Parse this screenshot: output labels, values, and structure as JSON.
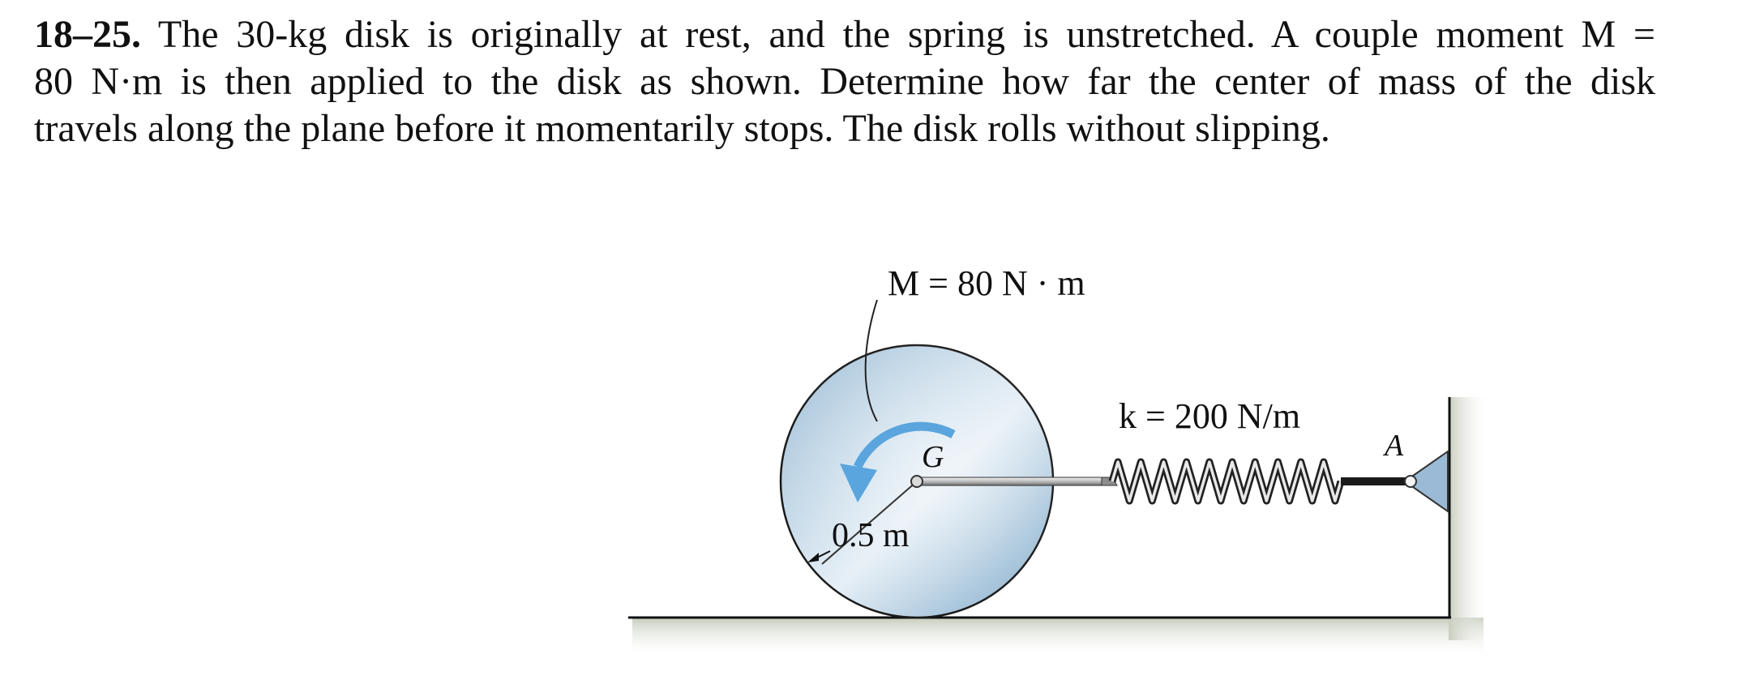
{
  "problem": {
    "number": "18–25.",
    "line1": "The 30-kg disk is originally at rest, and the spring is unstretched. A couple moment M =",
    "line2": "80 N·m is then applied to the disk as shown. Determine how far the center of mass of the disk",
    "line3": "travels along the plane before it momentarily stops. The disk rolls without slipping."
  },
  "figure": {
    "moment_label": "M = 80 N · m",
    "spring_label": "k = 200 N/m",
    "center_label": "G",
    "radius_label": "0.5 m",
    "support_label": "A",
    "colors": {
      "disk": "#b9d1e3",
      "moment_arrow": "#5aa5dd",
      "support": "#9bbad6",
      "wall_shadow": "#d8dcd0"
    }
  }
}
